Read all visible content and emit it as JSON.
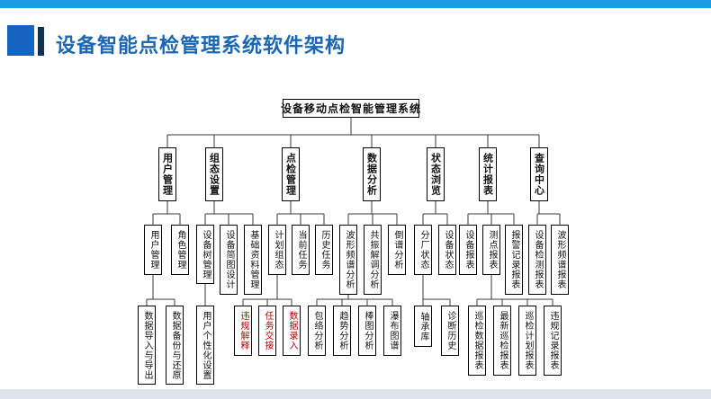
{
  "header": {
    "title": "设备智能点检管理系统软件架构"
  },
  "tree": {
    "root": "设备移动点检智能管理系统",
    "branches": [
      {
        "label": "用户管理",
        "children": [
          "用户管理",
          "角色管理"
        ],
        "grandchildren": [
          "数据导入与导出",
          "数据备份与还原"
        ]
      },
      {
        "label": "组态设置",
        "children": [
          "设备树管理",
          "设备简图设计",
          "基础资料管理"
        ],
        "grandchildren": [
          "用户个性化设置"
        ]
      },
      {
        "label": "点检管理",
        "children": [
          "计划组态",
          "当前任务",
          "历史任务"
        ],
        "grandchildren": [
          "违规解释",
          "任务交接",
          "数据录入"
        ]
      },
      {
        "label": "数据分析",
        "children": [
          "波形频谱分析",
          "共振解调分析",
          "倒谱分析"
        ],
        "grandchildren": [
          "包络分析",
          "趋势分析",
          "棒图分析",
          "瀑布图谱"
        ]
      },
      {
        "label": "状态浏览",
        "children": [
          "分厂状态",
          "设备状态"
        ],
        "grandchildren": [
          "轴承库",
          "诊断历史"
        ]
      },
      {
        "label": "统计报表",
        "children": [
          "设备报表",
          "测点报表",
          "报警记录报表"
        ],
        "grandchildren": [
          "巡检数据报表",
          "最新巡检报表",
          "巡检计划报表",
          "违规记录报表"
        ]
      },
      {
        "label": "查询中心",
        "children": [
          "设备检测报表",
          "波形频谱报表"
        ],
        "grandchildren": []
      }
    ]
  },
  "colors": {
    "top_strip": "#1b9de2",
    "title": "#1a66b3",
    "header_block": "#1565c0",
    "header_bar": "#12304f",
    "box_border": "#000000",
    "highlight_text": "#b30000",
    "bottom_strip": "#dde4ec"
  }
}
